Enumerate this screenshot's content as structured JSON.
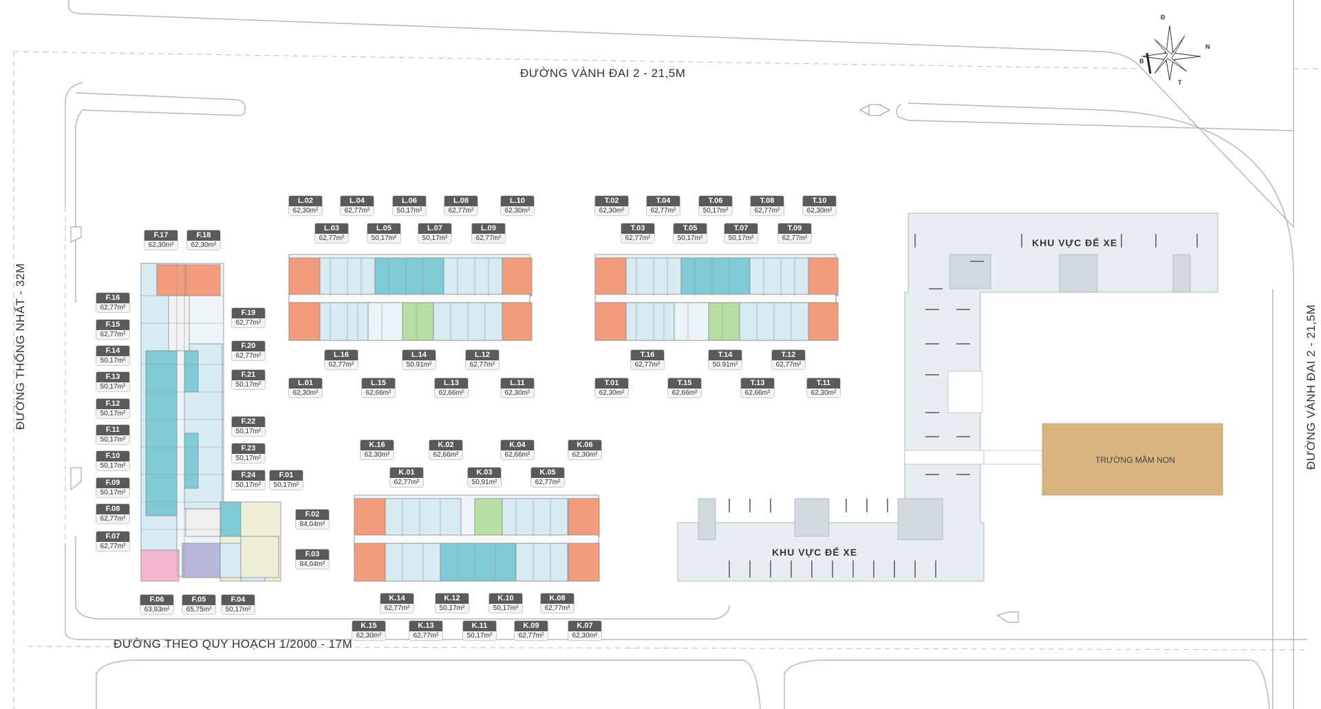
{
  "roads": {
    "top": "ĐƯỜNG VÀNH ĐAI 2 - 21,5M",
    "right": "ĐƯỜNG VÀNH ĐAI 2 - 21,5M",
    "left": "ĐƯỜNG THỐNG NHẤT - 32M",
    "bottom": "ĐƯỜNG THEO QUY HOẠCH 1/2000 - 17M"
  },
  "areas": {
    "parking_top": "KHU VỰC ĐỂ XE",
    "parking_bottom": "KHU VỰC ĐỂ XE",
    "school": "TRƯỜNG MẦM NON"
  },
  "compass": {
    "north": "Đ",
    "east": "N",
    "south": "T",
    "west": "B"
  },
  "colors": {
    "corner_unit": "#f39c7d",
    "mid_unit": "#7ecbd6",
    "light_unit": "#d7ebf3",
    "green_unit": "#b7dfa3",
    "school": "#d8b47f",
    "parking": "#e6eef2"
  },
  "units": [
    {
      "code": "L.02",
      "area": "62,30m²"
    },
    {
      "code": "L.04",
      "area": "62,77m²"
    },
    {
      "code": "L.06",
      "area": "50,17m²"
    },
    {
      "code": "L.08",
      "area": "62,77m²"
    },
    {
      "code": "L.10",
      "area": "62,30m²"
    },
    {
      "code": "L.03",
      "area": "62,77m²"
    },
    {
      "code": "L.05",
      "area": "50,17m²"
    },
    {
      "code": "L.07",
      "area": "50,17m²"
    },
    {
      "code": "L.09",
      "area": "62,77m²"
    },
    {
      "code": "L.16",
      "area": "62,77m²"
    },
    {
      "code": "L.14",
      "area": "50.91m²"
    },
    {
      "code": "L.12",
      "area": "62,77m²"
    },
    {
      "code": "L.01",
      "area": "62,30m²"
    },
    {
      "code": "L.15",
      "area": "62,66m²"
    },
    {
      "code": "L.13",
      "area": "62,66m²"
    },
    {
      "code": "L.11",
      "area": "62,30m²"
    },
    {
      "code": "T.02",
      "area": "62,30m²"
    },
    {
      "code": "T.04",
      "area": "62,77m²"
    },
    {
      "code": "T.06",
      "area": "50,17m²"
    },
    {
      "code": "T.08",
      "area": "62,77m²"
    },
    {
      "code": "T.10",
      "area": "62,30m²"
    },
    {
      "code": "T.03",
      "area": "62,77m²"
    },
    {
      "code": "T.05",
      "area": "50,17m²"
    },
    {
      "code": "T.07",
      "area": "50,17m²"
    },
    {
      "code": "T.09",
      "area": "62,77m²"
    },
    {
      "code": "T.16",
      "area": "62,77m²"
    },
    {
      "code": "T.14",
      "area": "50.91m²"
    },
    {
      "code": "T.12",
      "area": "62,77m²"
    },
    {
      "code": "T.01",
      "area": "62,30m²"
    },
    {
      "code": "T.15",
      "area": "62,66m²"
    },
    {
      "code": "T.13",
      "area": "62,66m²"
    },
    {
      "code": "T.11",
      "area": "62,30m²"
    },
    {
      "code": "K.16",
      "area": "62,30m²"
    },
    {
      "code": "K.02",
      "area": "62,66m²"
    },
    {
      "code": "K.04",
      "area": "62,66m²"
    },
    {
      "code": "K.06",
      "area": "62,30m²"
    },
    {
      "code": "K.01",
      "area": "62,77m²"
    },
    {
      "code": "K.03",
      "area": "50,91m²"
    },
    {
      "code": "K.05",
      "area": "62,77m²"
    },
    {
      "code": "K.14",
      "area": "62,77m²"
    },
    {
      "code": "K.12",
      "area": "50,17m²"
    },
    {
      "code": "K.10",
      "area": "50,17m²"
    },
    {
      "code": "K.08",
      "area": "62,77m²"
    },
    {
      "code": "K.15",
      "area": "62,30m²"
    },
    {
      "code": "K.13",
      "area": "62,77m²"
    },
    {
      "code": "K.11",
      "area": "50,17m²"
    },
    {
      "code": "K.09",
      "area": "62,77m²"
    },
    {
      "code": "K.07",
      "area": "62,30m²"
    },
    {
      "code": "F.17",
      "area": "62,30m²"
    },
    {
      "code": "F.18",
      "area": "62,30m²"
    },
    {
      "code": "F.16",
      "area": "62,77m²"
    },
    {
      "code": "F.15",
      "area": "62,77m²"
    },
    {
      "code": "F.14",
      "area": "50,17m²"
    },
    {
      "code": "F.13",
      "area": "50,17m²"
    },
    {
      "code": "F.12",
      "area": "50,17m²"
    },
    {
      "code": "F.11",
      "area": "50,17m²"
    },
    {
      "code": "F.10",
      "area": "50,17m²"
    },
    {
      "code": "F.09",
      "area": "50,17m²"
    },
    {
      "code": "F.08",
      "area": "62,77m²"
    },
    {
      "code": "F.07",
      "area": "62,77m²"
    },
    {
      "code": "F.19",
      "area": "62,77m²"
    },
    {
      "code": "F.20",
      "area": "62,77m²"
    },
    {
      "code": "F.21",
      "area": "50,17m²"
    },
    {
      "code": "F.22",
      "area": "50,17m²"
    },
    {
      "code": "F.23",
      "area": "50,17m²"
    },
    {
      "code": "F.24",
      "area": "50,17m²"
    },
    {
      "code": "F.01",
      "area": "50,17m²"
    },
    {
      "code": "F.02",
      "area": "84,04m²"
    },
    {
      "code": "F.03",
      "area": "84,04m²"
    },
    {
      "code": "F.06",
      "area": "63,93m²"
    },
    {
      "code": "F.05",
      "area": "65,75m²"
    },
    {
      "code": "F.04",
      "area": "50,17m²"
    }
  ]
}
